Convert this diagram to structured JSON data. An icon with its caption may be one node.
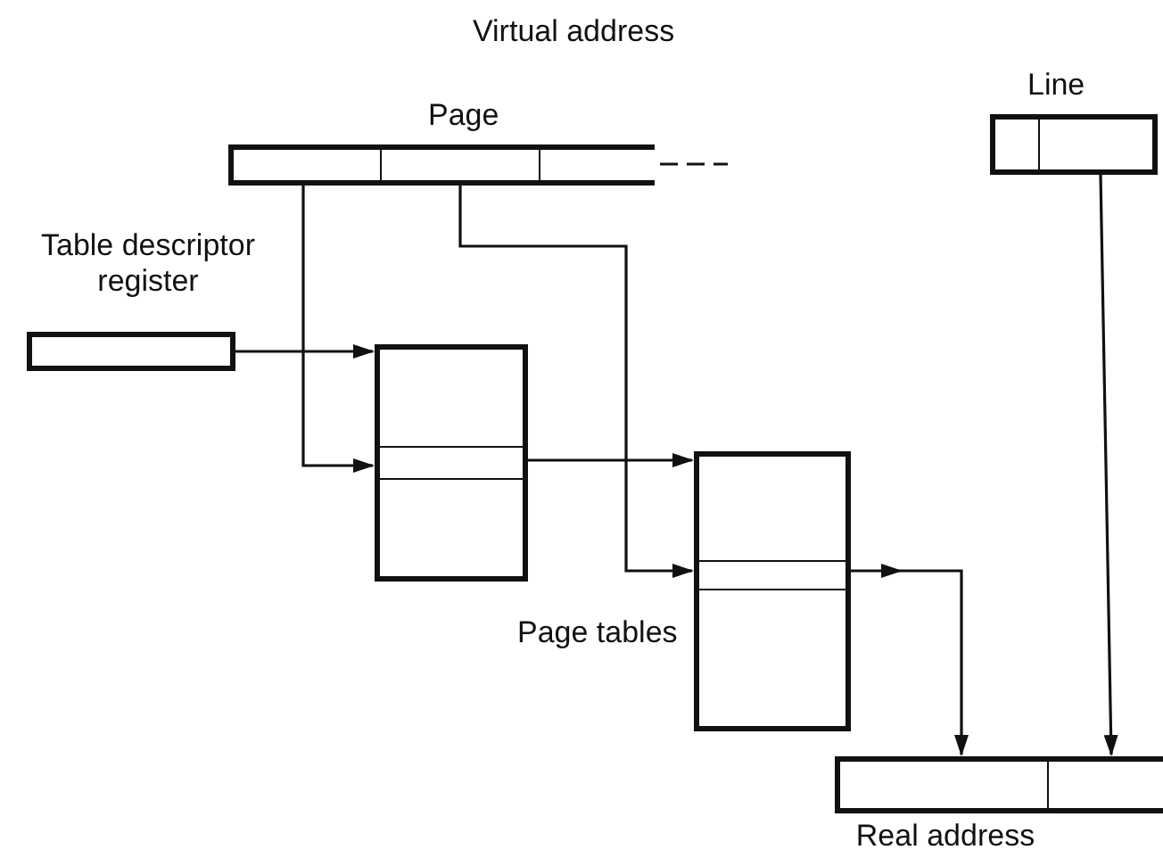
{
  "diagram": {
    "nodes": [
      {
        "text": [],
        "shape": "box"
      },
      {
        "text": [],
        "shape": "box"
      },
      {
        "text": [],
        "shape": "box"
      },
      {
        "text": [],
        "shape": "box"
      },
      {
        "text": [],
        "shape": "box"
      },
      {
        "text": [],
        "shape": "box"
      },
      {
        "text": [],
        "shape": "box"
      },
      {
        "text": [],
        "shape": "box",
        "in": 6
      },
      {
        "text": [],
        "shape": "box"
      },
      {
        "text": [],
        "shape": "box",
        "in": 8
      },
      {
        "text": [],
        "shape": "box"
      },
      {
        "text": [],
        "shape": "box"
      }
    ],
    "edges": [
      {
        "from": 0,
        "to": 7,
        "arrow": "to"
      },
      {
        "from": 5,
        "to": 6,
        "arrow": "to"
      },
      {
        "from": 7,
        "to": 8,
        "arrow": "to"
      },
      {
        "from": 1,
        "to": 9,
        "arrow": "to"
      },
      {
        "from": 9,
        "to": 10,
        "arrow": "to"
      },
      {
        "from": 4,
        "to": 11,
        "arrow": "to"
      }
    ],
    "labels": [
      "Virtual address",
      "Page",
      "Line",
      "Table descriptor register",
      "Page tables",
      "Real address"
    ]
  }
}
